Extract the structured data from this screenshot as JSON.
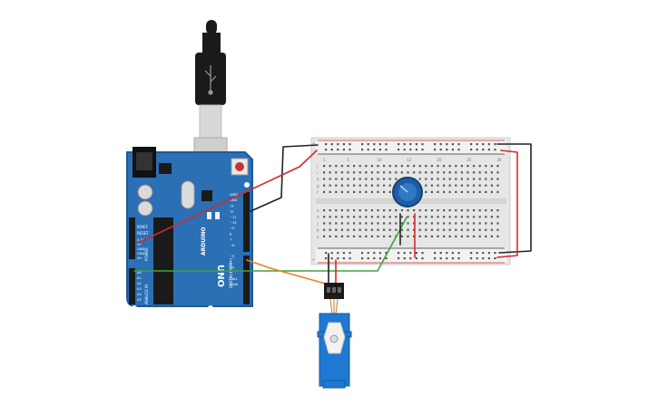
{
  "colors": {
    "canvas": "#ffffff",
    "arduino_board": "#2b6fb5",
    "arduino_edge": "#1c5a99",
    "breadboard": "#e6e6e6",
    "wire_black": "#222222",
    "wire_red": "#d42a2a",
    "wire_green": "#3aa63a",
    "wire_orange": "#e8821e",
    "servo_body": "#1f78d1",
    "potentiometer": "#1e5ea8"
  },
  "components": {
    "usb_cable": {
      "icon": "usb-plug-icon"
    },
    "arduino": {
      "reset_label": "RESET",
      "ioref_label": "IOREF",
      "power_labels": [
        "3.3V",
        "5V",
        "GND",
        "GND",
        "Vin"
      ],
      "power_header_label": "POWER",
      "analog_labels": [
        "A0",
        "A1",
        "A2",
        "A3",
        "A4",
        "A5"
      ],
      "analog_header_label": "ANALOG IN",
      "brand_label": "ARDUINO",
      "model_label": "UNO",
      "digital_header_label": "DIGITAL (PWM~)",
      "digital_labels": [
        "AREF",
        "GND",
        "13",
        "12",
        "~11",
        "~10",
        "~9",
        "8",
        "7",
        "~6",
        "~5",
        "4",
        "~3",
        "2",
        "TX▸1",
        "RX◂0"
      ]
    },
    "breadboard": {
      "col_numbers_top": [
        "1",
        "5",
        "10",
        "15",
        "20",
        "25",
        "30"
      ],
      "row_letters_top": [
        "j",
        "i",
        "h",
        "g",
        "f"
      ],
      "row_letters_bottom": [
        "e",
        "d",
        "c",
        "b",
        "a"
      ],
      "rail_symbols": [
        "+",
        "-"
      ]
    },
    "potentiometer": {
      "icon": "potentiometer-icon"
    },
    "servo": {
      "icon": "servo-motor-icon"
    }
  }
}
